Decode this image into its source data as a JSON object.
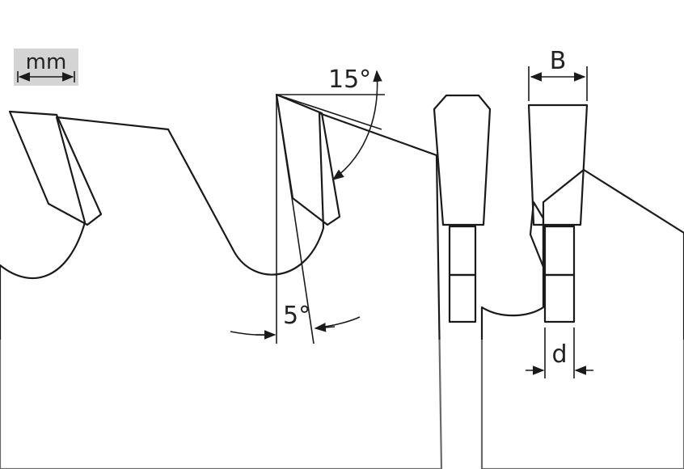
{
  "unit_badge": {
    "label": "mm"
  },
  "labels": {
    "hook_angle": "15°",
    "clearance_angle": "5°",
    "kerf_width": "B",
    "plate_thickness": "d"
  },
  "colors": {
    "blade_top": "#5b94d6",
    "blade_mid": "#a9c3ea",
    "blade_bottom": "#ffffff",
    "badge": "#d4d4d4",
    "outline": "#1a1a1a"
  }
}
